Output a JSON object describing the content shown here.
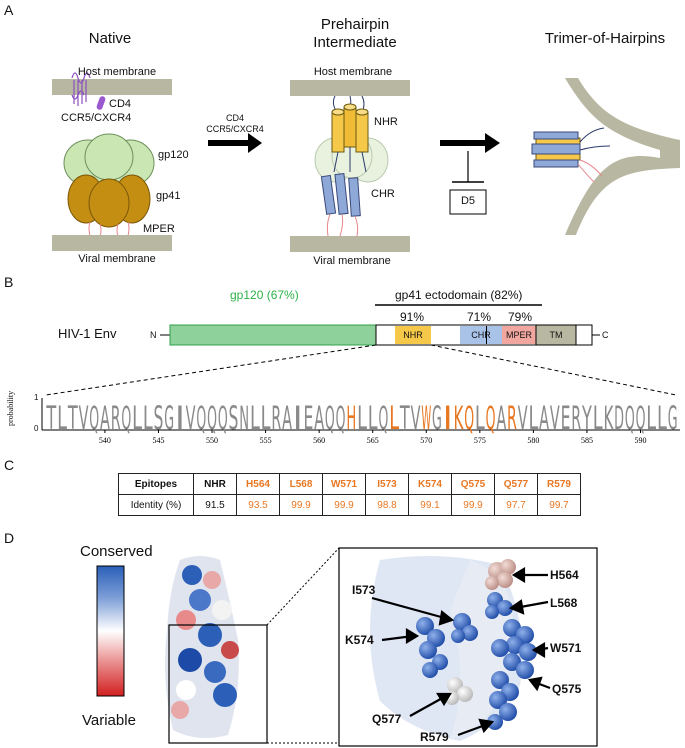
{
  "panelA": {
    "letter": "A",
    "native_title": "Native",
    "prehairpin_title": "Prehairpin\nIntermediate",
    "trimer_title": "Trimer-of-Hairpins",
    "host_membrane": "Host membrane",
    "viral_membrane": "Viral membrane",
    "ccr5": "CCR5/CXCR4",
    "cd4": "CD4",
    "gp120": "gp120",
    "gp41": "gp41",
    "mper": "MPER",
    "arrow_label_cd4": "CD4",
    "arrow_label_ccr5": "CCR5/CXCR4",
    "nhr": "NHR",
    "chr": "CHR",
    "d5": "D5",
    "colors": {
      "membrane": "#b8b8a2",
      "gp120": "#c9e6b3",
      "gp41": "#c48e12",
      "nhr": "#f5c84a",
      "chr": "#8ea8d8"
    }
  },
  "panelB": {
    "letter": "B",
    "gp120_label": "gp120 (67%)",
    "gp41_label": "gp41 ectodomain (82%)",
    "env_label": "HIV-1 Env",
    "n_term": "N",
    "c_term": "C",
    "pct_nhr": "91%",
    "pct_chr": "71%",
    "pct_mper": "79%",
    "seg_nhr": "NHR",
    "seg_chr": "CHR",
    "seg_mper": "MPER",
    "seg_tm": "TM",
    "ylabel": "probability",
    "y_tick_top": "1",
    "y_tick_bottom": "0",
    "x_ticks": [
      "540",
      "545",
      "550",
      "555",
      "560",
      "565",
      "570",
      "575",
      "580",
      "585",
      "590"
    ],
    "sequence": "TLTVQARQLLSGIVQQQSNLLRAIEAQQHLLQLTVWGIKQLQARVLAVERYLKDQQLLG",
    "highlight_indices": [
      28,
      32,
      35,
      37,
      38,
      39,
      41,
      43
    ],
    "colors": {
      "gp120": "#8fd19b",
      "nhr": "#f5c84a",
      "chr": "#a9c3e8",
      "mper": "#f2a6a0",
      "tm": "#b8b8a2",
      "logo": "#8a8a8a",
      "highlight": "#e87722"
    }
  },
  "panelC": {
    "letter": "C",
    "headers": [
      "Epitopes",
      "NHR",
      "H564",
      "L568",
      "W571",
      "I573",
      "K574",
      "Q575",
      "Q577",
      "R579"
    ],
    "row_label": "Identity (%)",
    "values": [
      "91.5",
      "93.5",
      "99.9",
      "99.9",
      "98.8",
      "99.1",
      "99.9",
      "97.7",
      "99.7"
    ]
  },
  "panelD": {
    "letter": "D",
    "conserved": "Conserved",
    "variable": "Variable",
    "residues": {
      "I573": "I573",
      "H564": "H564",
      "L568": "L568",
      "K574": "K574",
      "W571": "W571",
      "Q575": "Q575",
      "Q577": "Q577",
      "R579": "R579"
    }
  }
}
